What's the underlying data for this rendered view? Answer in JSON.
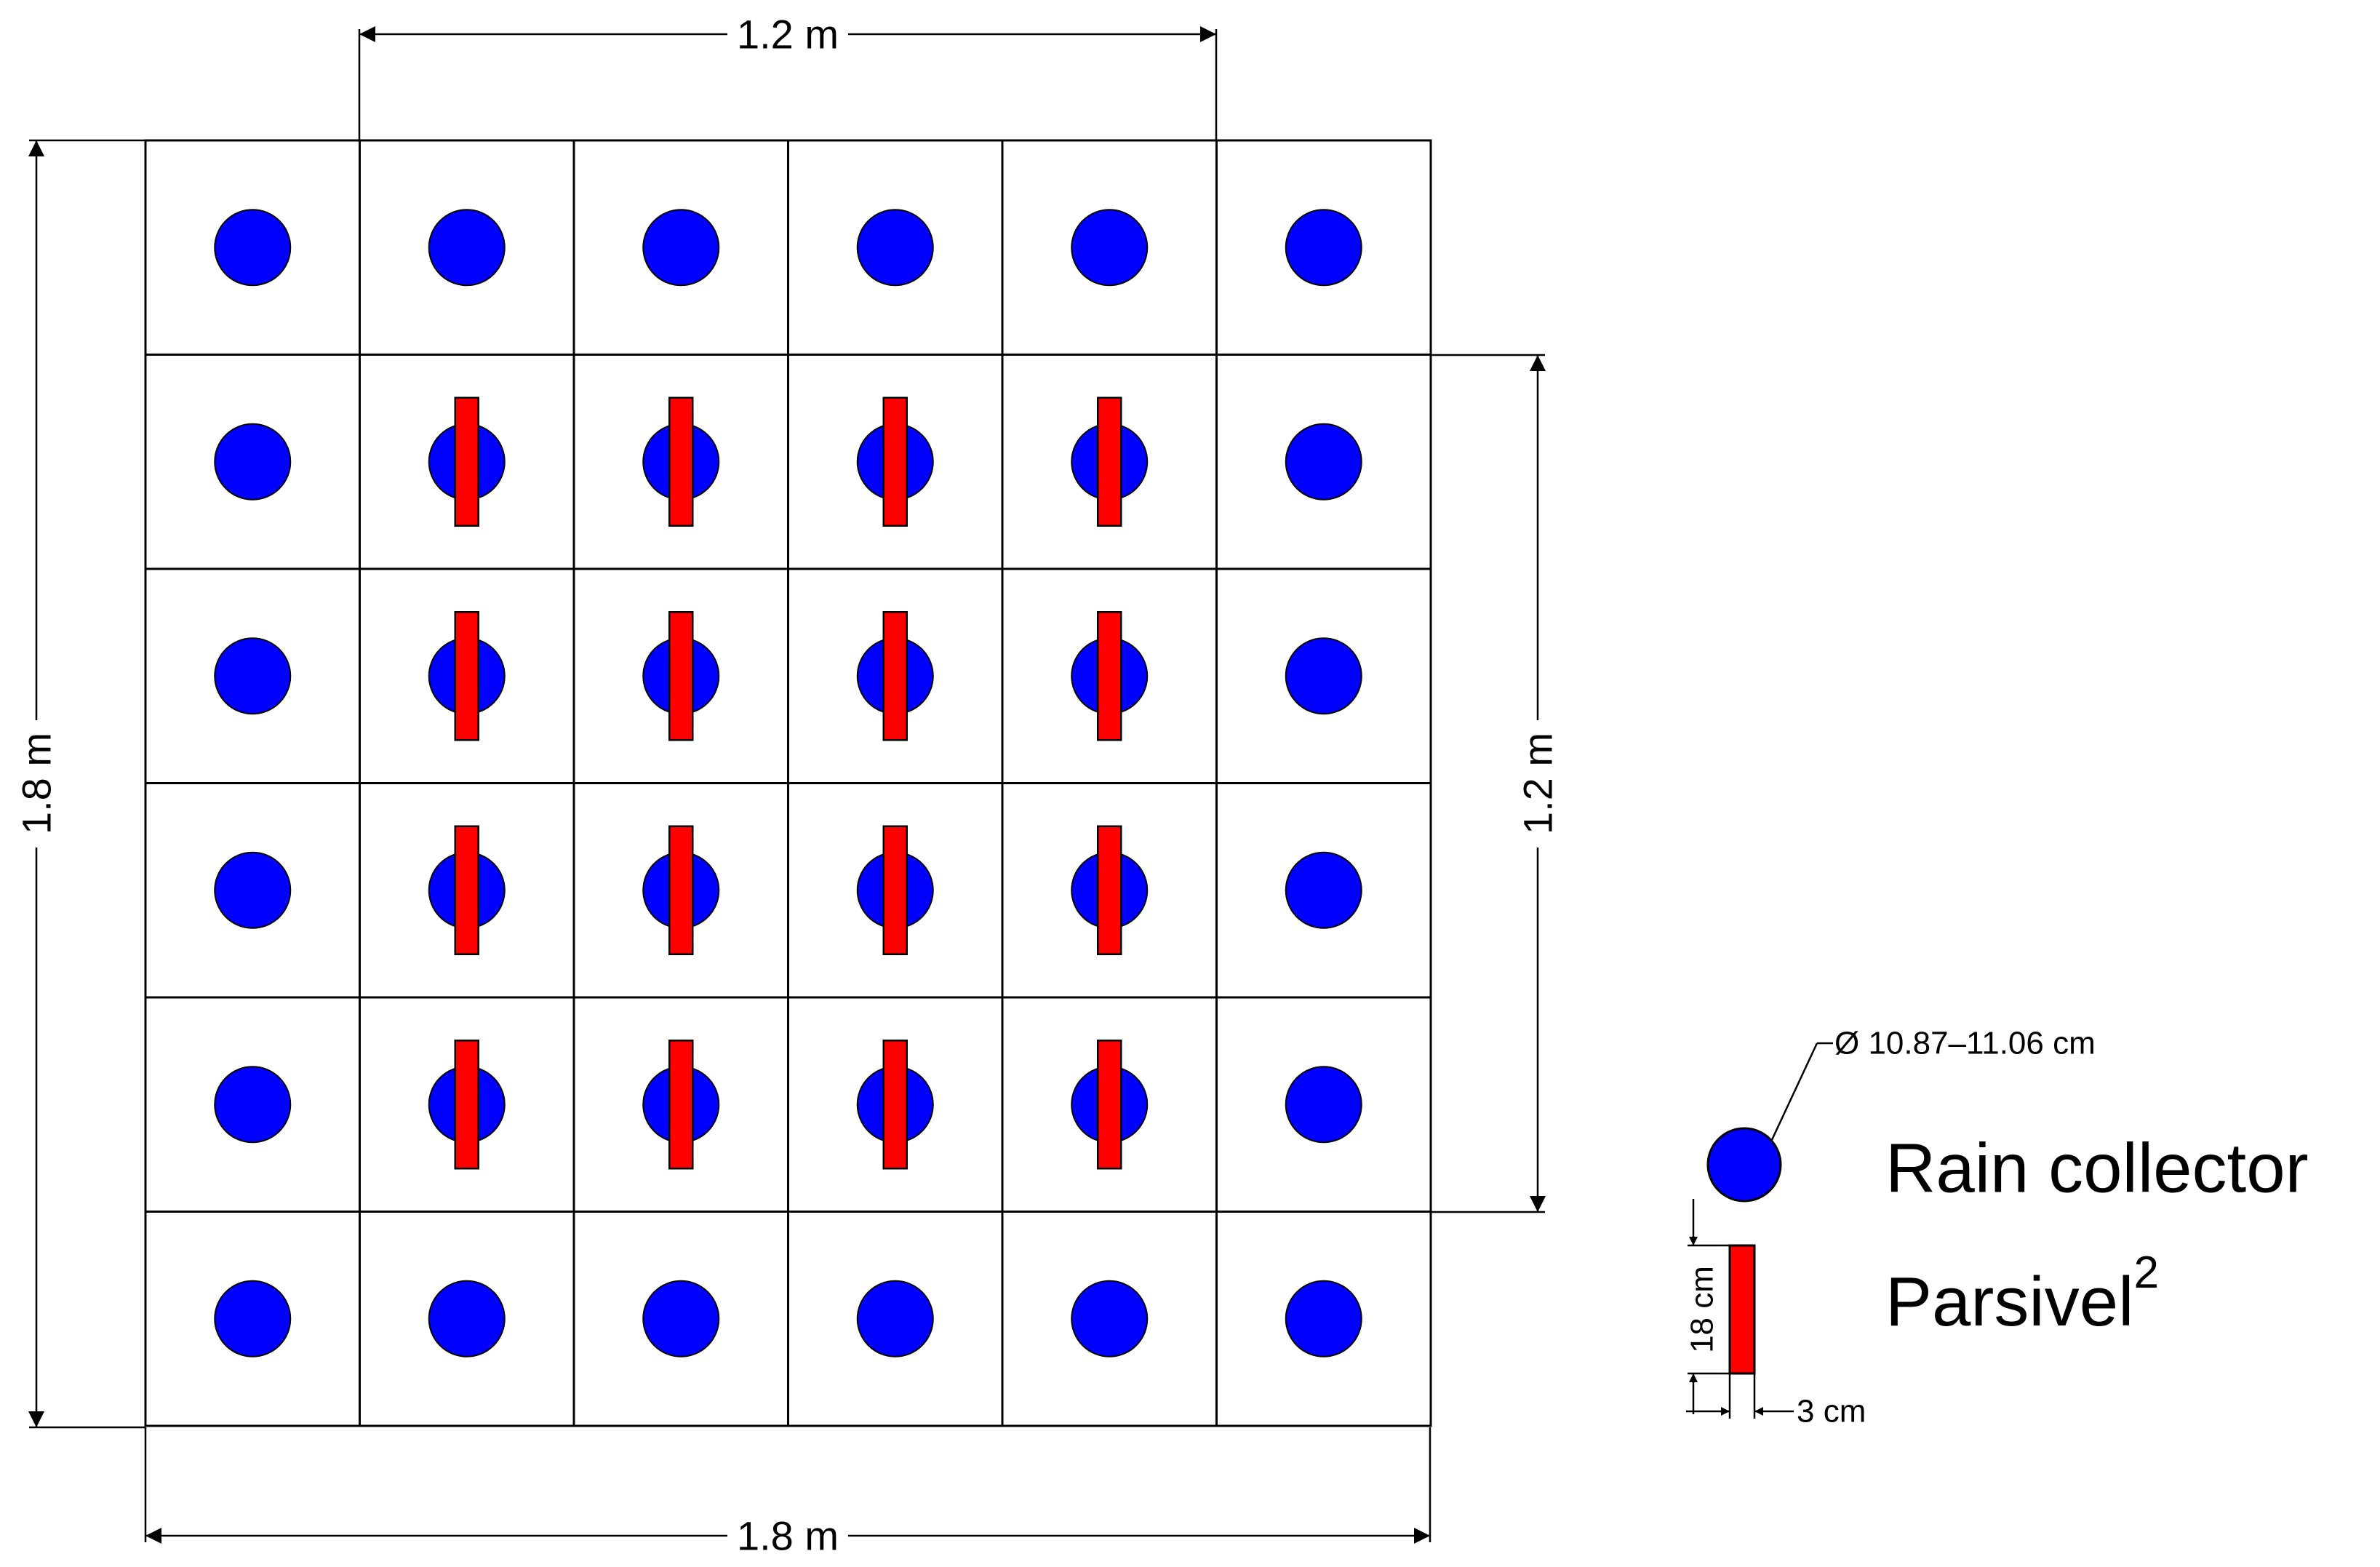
{
  "dimensions": {
    "top": "1.2 m",
    "left": "1.8 m",
    "right": "1.2 m",
    "bottom": "1.8 m"
  },
  "grid": {
    "rows": 6,
    "cols": 6
  },
  "colors": {
    "collector": "#0000ff",
    "parsivel": "#ff0000",
    "outline": "#000000"
  },
  "legend": {
    "diameter": "Ø 10.87–11.06 cm",
    "collector_label": "Rain collector",
    "parsivel_label": "Parsivel",
    "parsivel_sup": "2",
    "length": "18 cm",
    "width": "3 cm"
  }
}
